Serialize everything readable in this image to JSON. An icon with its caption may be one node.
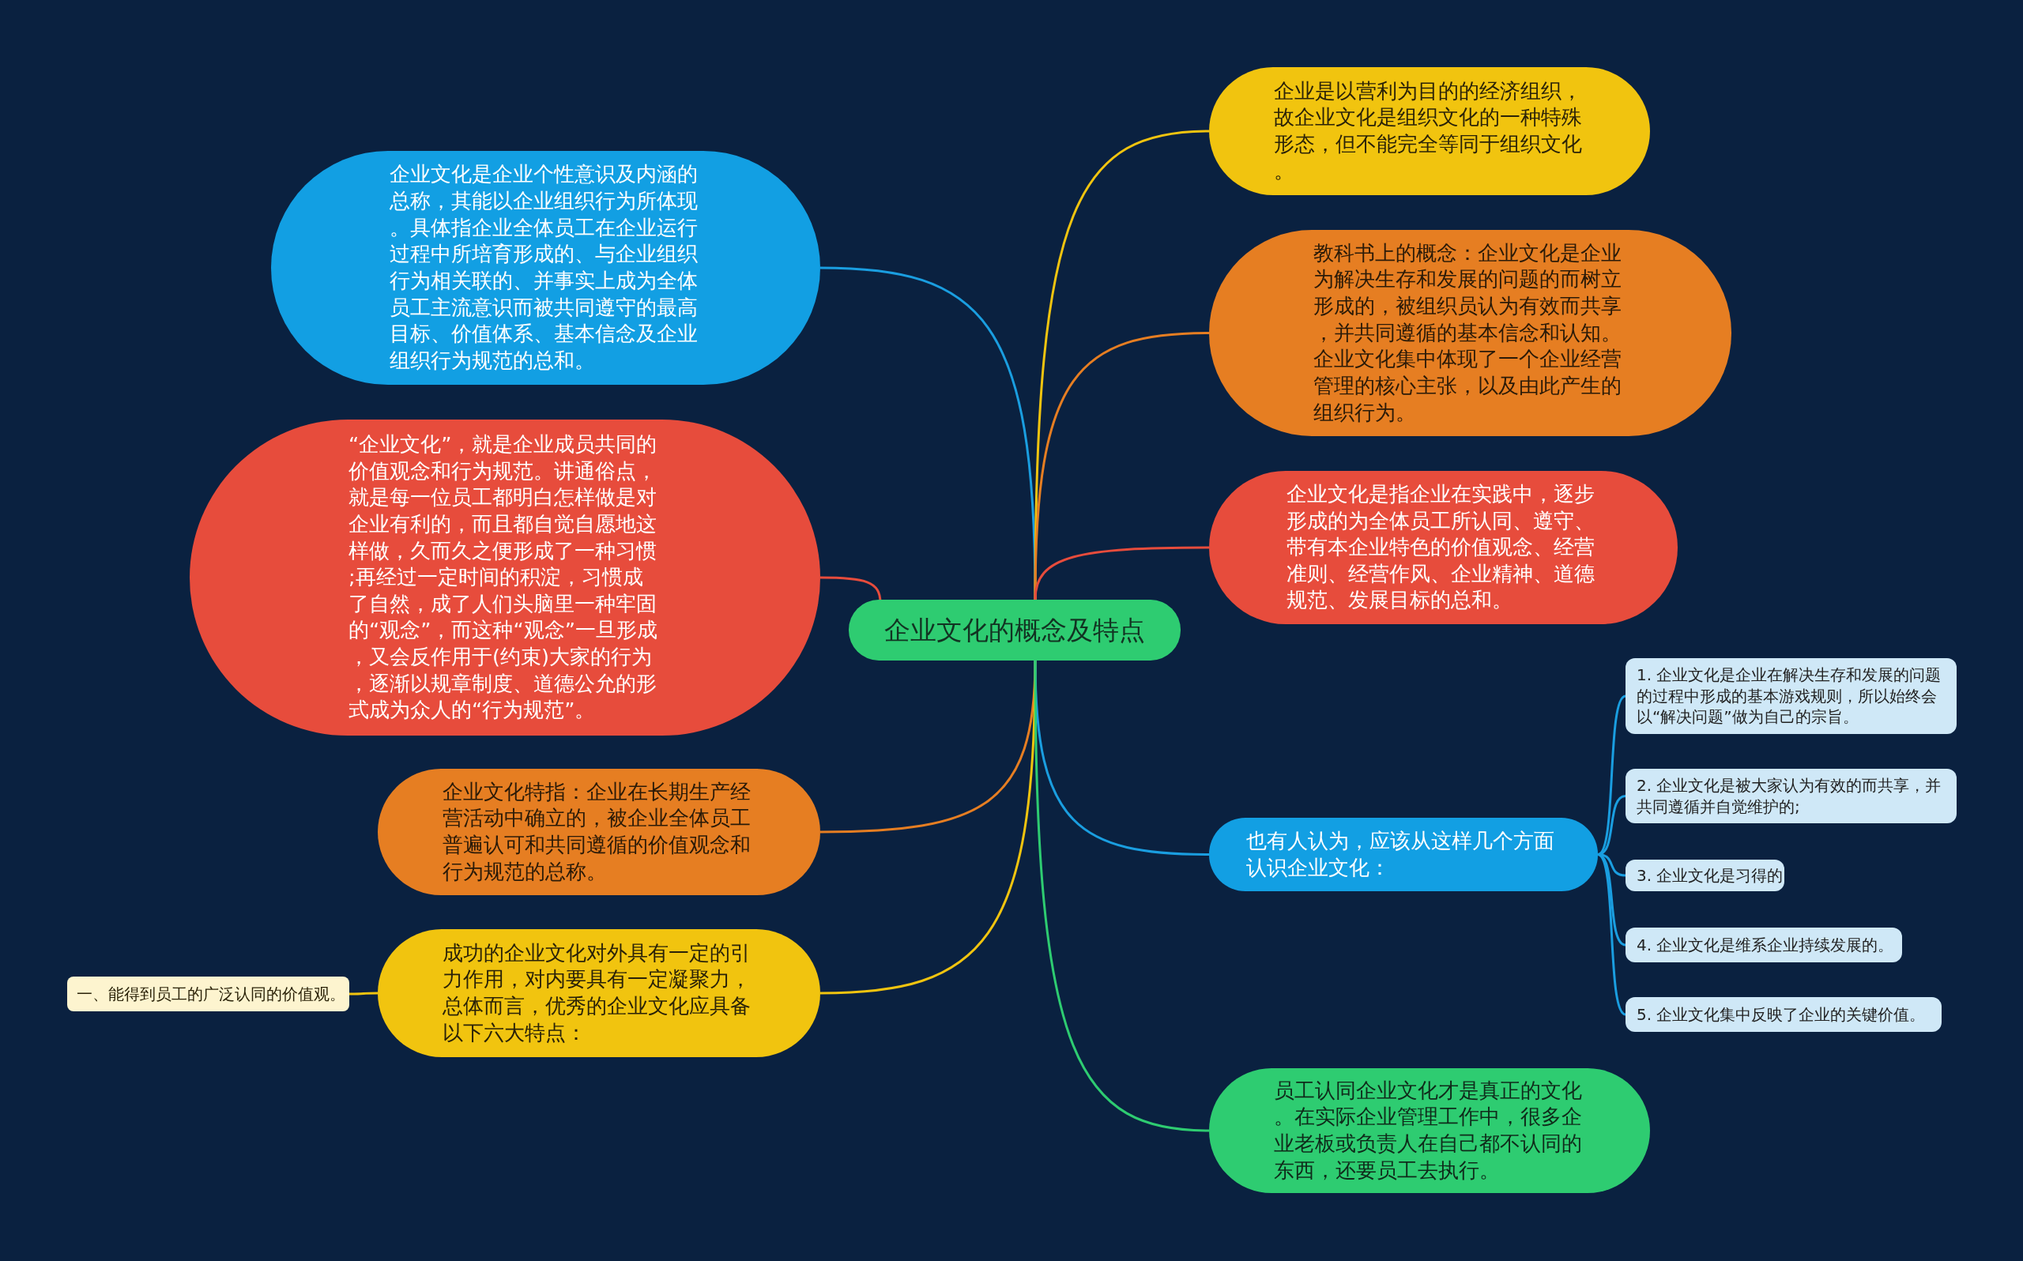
{
  "diagram": {
    "nodes": [
      {
        "text": [
          "企业文化的概念及特点"
        ]
      },
      {
        "text": [
          "企业文化是企业个性意识及内涵的总称，其能以企业组织行为所体现。具体指企业全体员工在企业运行过程中所培育形成的、与企业组织行为相关联的、并事实上成为全体员工主流意识而被共同遵守的最高目标、价值体系、基本信念及企业组织行为规范的总和。"
        ]
      },
      {
        "text": [
          "“企业文化”，就是企业成员共同的价值观念和行为规范。讲通俗点，就是每一位员工都明白怎样做是对企业有利的，而且都自觉自愿地这样做，久而久之便形成了一种习惯;再经过一定时间的积淀，习惯成了自然，成了人们头脑里一种牢固的“观念”，而这种“观念”一旦形成，又会反作用于(约束)大家的行为，逐渐以规章制度、道德公允的形式成为众人的“行为规范”。"
        ]
      },
      {
        "text": [
          "企业文化特指：企业在长期生产经营活动中确立的，被企业全体员工普遍认可和共同遵循的价值观念和行为规范的总称。"
        ]
      },
      {
        "text": [
          "成功的企业文化对外具有一定的引力作用，对内要具有一定凝聚力，总体而言，优秀的企业文化应具备以下六大特点："
        ]
      },
      {
        "text": [
          "一、能得到员工的广泛认同的价值观。"
        ]
      },
      {
        "text": [
          "企业是以营利为目的的经济组织，故企业文化是组织文化的一种特殊形态，但不能完全等同于组织文化。"
        ]
      },
      {
        "text": [
          "教科书上的概念：企业文化是企业为解决生存和发展的问题的而树立形成的，被组织员认为有效而共享，并共同遵循的基本信念和认知。企业文化集中体现了一个企业经营管理的核心主张，以及由此产生的组织行为。"
        ]
      },
      {
        "text": [
          "企业文化是指企业在实践中，逐步形成的为全体员工所认同、遵守、带有本企业特色的价值观念、经营准则、经营作风、企业精神、道德规范、发展目标的总和。"
        ]
      },
      {
        "text": [
          "也有人认为，应该从这样几个方面认识企业文化："
        ]
      },
      {
        "text": [
          "1. 企业文化是企业在解决生存和发展的问题的过程中形成的基本游戏规则，所以始终会以“解决问题”做为自己的宗旨。"
        ]
      },
      {
        "text": [
          "2. 企业文化是被大家认为有效的而共享，并共同遵循并自觉维护的;"
        ]
      },
      {
        "text": [
          "3. 企业文化是习得的"
        ]
      },
      {
        "text": [
          "4. 企业文化是维系企业持续发展的。"
        ]
      },
      {
        "text": [
          "5. 企业文化集中反映了企业的关键价值。"
        ]
      },
      {
        "text": [
          "员工认同企业文化才是真正的文化。在实际企业管理工作中，很多企业老板或负责人在自己都不认同的东西，还要员工去执行。"
        ]
      }
    ],
    "edges": [
      {
        "from": 0,
        "to": 1,
        "arrow": "none",
        "color": "#1a9ee0"
      },
      {
        "from": 0,
        "to": 2,
        "arrow": "none",
        "color": "#e74c3c"
      },
      {
        "from": 0,
        "to": 3,
        "arrow": "none",
        "color": "#e67e22"
      },
      {
        "from": 0,
        "to": 4,
        "arrow": "none",
        "color": "#f1c40f"
      },
      {
        "from": 4,
        "to": 5,
        "arrow": "none",
        "color": "#f1c40f"
      },
      {
        "from": 0,
        "to": 6,
        "arrow": "none",
        "color": "#f1c40f"
      },
      {
        "from": 0,
        "to": 7,
        "arrow": "none",
        "color": "#e67e22"
      },
      {
        "from": 0,
        "to": 8,
        "arrow": "none",
        "color": "#e74c3c"
      },
      {
        "from": 0,
        "to": 9,
        "arrow": "none",
        "color": "#1a9ee0"
      },
      {
        "from": 9,
        "to": 10,
        "arrow": "none",
        "color": "#1a9ee0"
      },
      {
        "from": 9,
        "to": 11,
        "arrow": "none",
        "color": "#1a9ee0"
      },
      {
        "from": 9,
        "to": 12,
        "arrow": "none",
        "color": "#1a9ee0"
      },
      {
        "from": 9,
        "to": 13,
        "arrow": "none",
        "color": "#1a9ee0"
      },
      {
        "from": 9,
        "to": 14,
        "arrow": "none",
        "color": "#1a9ee0"
      },
      {
        "from": 0,
        "to": 15,
        "arrow": "none",
        "color": "#2ecc71"
      }
    ]
  }
}
